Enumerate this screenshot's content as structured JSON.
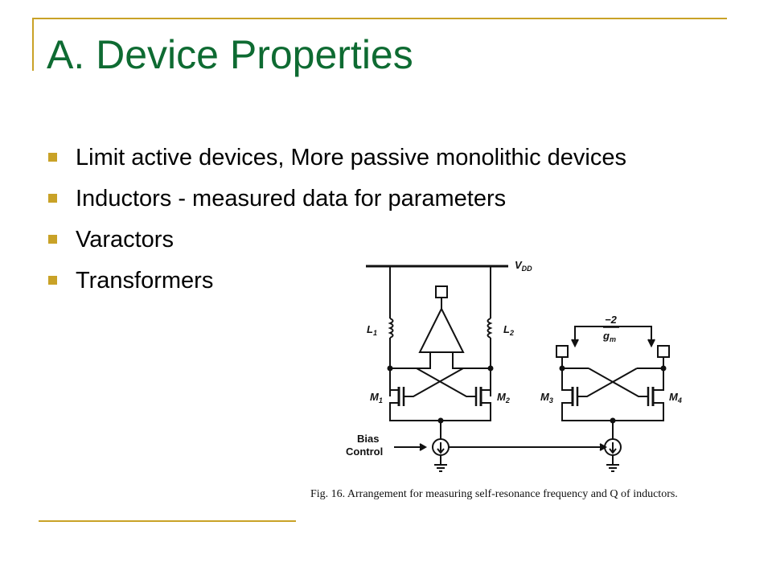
{
  "slide": {
    "title": "A.  Device Properties",
    "bullets": [
      "Limit active devices, More passive monolithic devices",
      "Inductors - measured data for parameters",
      "Varactors",
      "Transformers"
    ]
  },
  "figure": {
    "labels": {
      "vdd": "V",
      "vdd_sub": "DD",
      "l1": "L",
      "l1_sub": "1",
      "l2": "L",
      "l2_sub": "2",
      "m1": "M",
      "m1_sub": "1",
      "m2": "M",
      "m2_sub": "2",
      "m3": "M",
      "m3_sub": "3",
      "m4": "M",
      "m4_sub": "4",
      "neg2": "−2",
      "gm": "g",
      "gm_sub": "m",
      "bias": "Bias",
      "control": "Control"
    },
    "caption": "Fig. 16.   Arrangement for measuring self-resonance frequency and Q of inductors."
  },
  "colors": {
    "title": "#0e6b32",
    "accent": "#c9a227"
  }
}
